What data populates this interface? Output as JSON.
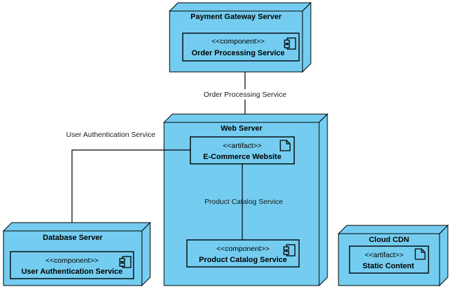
{
  "diagram": {
    "type": "uml-deployment-diagram",
    "background_color": "#ffffff",
    "node_fill_color": "#74cdf0",
    "border_color": "#000000"
  },
  "nodes": [
    {
      "id": "payment-gateway-server",
      "title": "Payment Gateway Server",
      "element": {
        "stereotype": "<<component>>",
        "name": "Order Processing Service",
        "icon": "component-icon"
      }
    },
    {
      "id": "web-server",
      "title": "Web Server",
      "elements": [
        {
          "stereotype": "<<artifact>>",
          "name": "E-Commerce Website",
          "icon": "artifact-icon"
        },
        {
          "stereotype": "<<component>>",
          "name": "Product Catalog Service",
          "icon": "component-icon"
        }
      ]
    },
    {
      "id": "database-server",
      "title": "Database Server",
      "element": {
        "stereotype": "<<component>>",
        "name": "User Authentication Service",
        "icon": "component-icon"
      }
    },
    {
      "id": "cloud-cdn",
      "title": "Cloud CDN",
      "element": {
        "stereotype": "<<artifact>>",
        "name": "Static Content",
        "icon": "artifact-icon"
      }
    }
  ],
  "connections": [
    {
      "id": "order-processing-connection",
      "label": "Order Processing Service",
      "from": "payment-gateway-server",
      "to": "web-server"
    },
    {
      "id": "user-authentication-connection",
      "label": "User Authentication Service",
      "from": "web-server",
      "to": "database-server"
    },
    {
      "id": "product-catalog-connection",
      "label": "Product Catalog Service",
      "from": "e-commerce-website",
      "to": "product-catalog-service"
    }
  ]
}
